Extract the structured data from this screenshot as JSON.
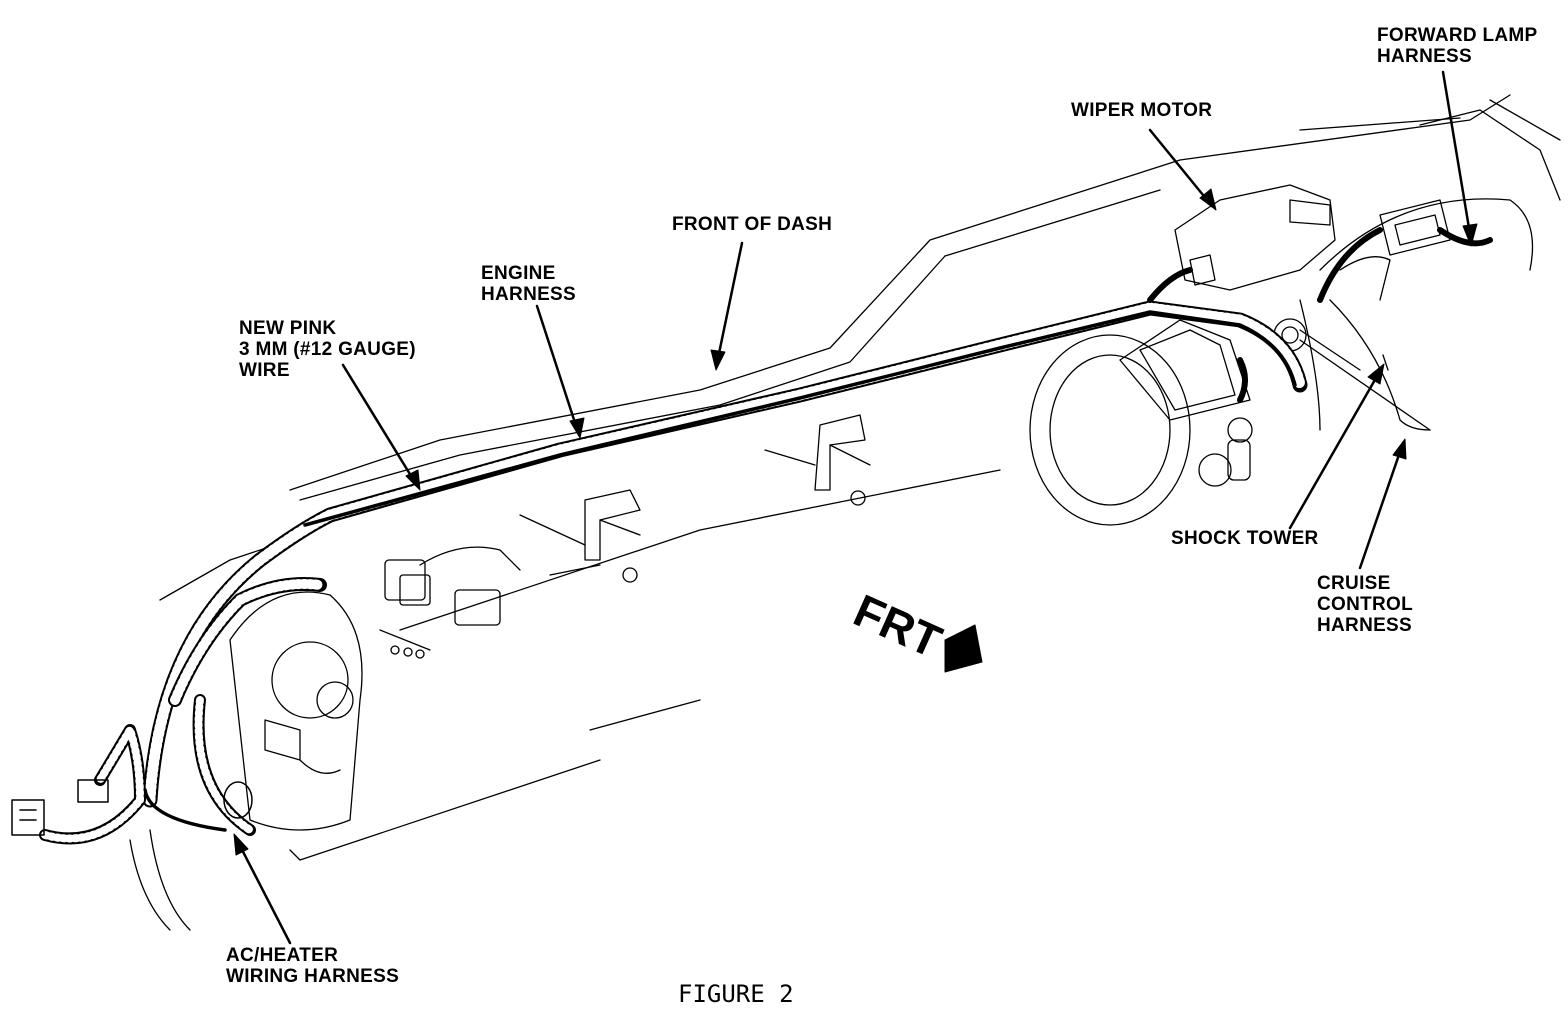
{
  "labels": {
    "forward_lamp_harness": "FORWARD LAMP\nHARNESS",
    "wiper_motor": "WIPER MOTOR",
    "front_of_dash": "FRONT OF DASH",
    "engine_harness": "ENGINE\nHARNESS",
    "new_pink_wire": "NEW PINK\n3 MM (#12 GAUGE)\nWIRE",
    "shock_tower": "SHOCK TOWER",
    "cruise_control_harness": "CRUISE\nCONTROL\nHARNESS",
    "ac_heater_wiring_harness": "AC/HEATER\nWIRING HARNESS",
    "frt": "FRT"
  },
  "caption": "FIGURE 2"
}
